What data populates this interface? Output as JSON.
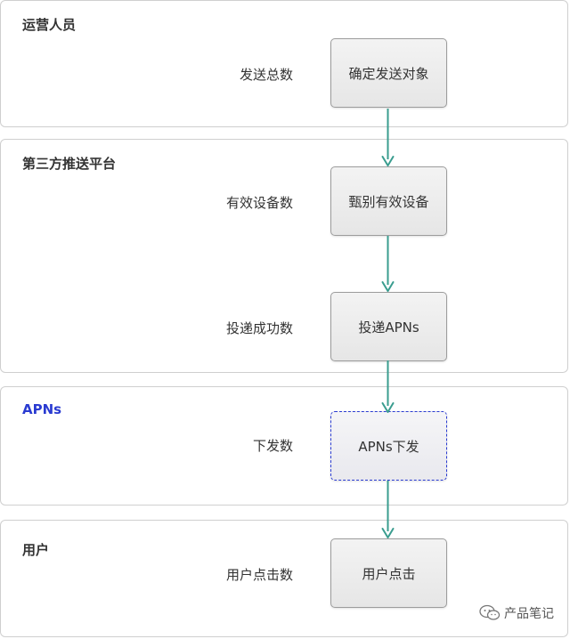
{
  "lanes": [
    {
      "title": "运营人员",
      "metric": "发送总数",
      "nodes": [
        "确定发送对象"
      ]
    },
    {
      "title": "第三方推送平台",
      "metrics": [
        "有效设备数",
        "投递成功数"
      ],
      "nodes": [
        "甄别有效设备",
        "投递APNs"
      ]
    },
    {
      "title": "APNs",
      "metric": "下发数",
      "nodes": [
        "APNs下发"
      ]
    },
    {
      "title": "用户",
      "metric": "用户点击数",
      "nodes": [
        "用户点击"
      ]
    }
  ],
  "colors": {
    "arrow": "#3a9d8f",
    "accent": "#2a3bd1",
    "border": "#cfcfcf"
  },
  "watermark": {
    "text": "产品笔记",
    "icon": "wechat-icon"
  }
}
